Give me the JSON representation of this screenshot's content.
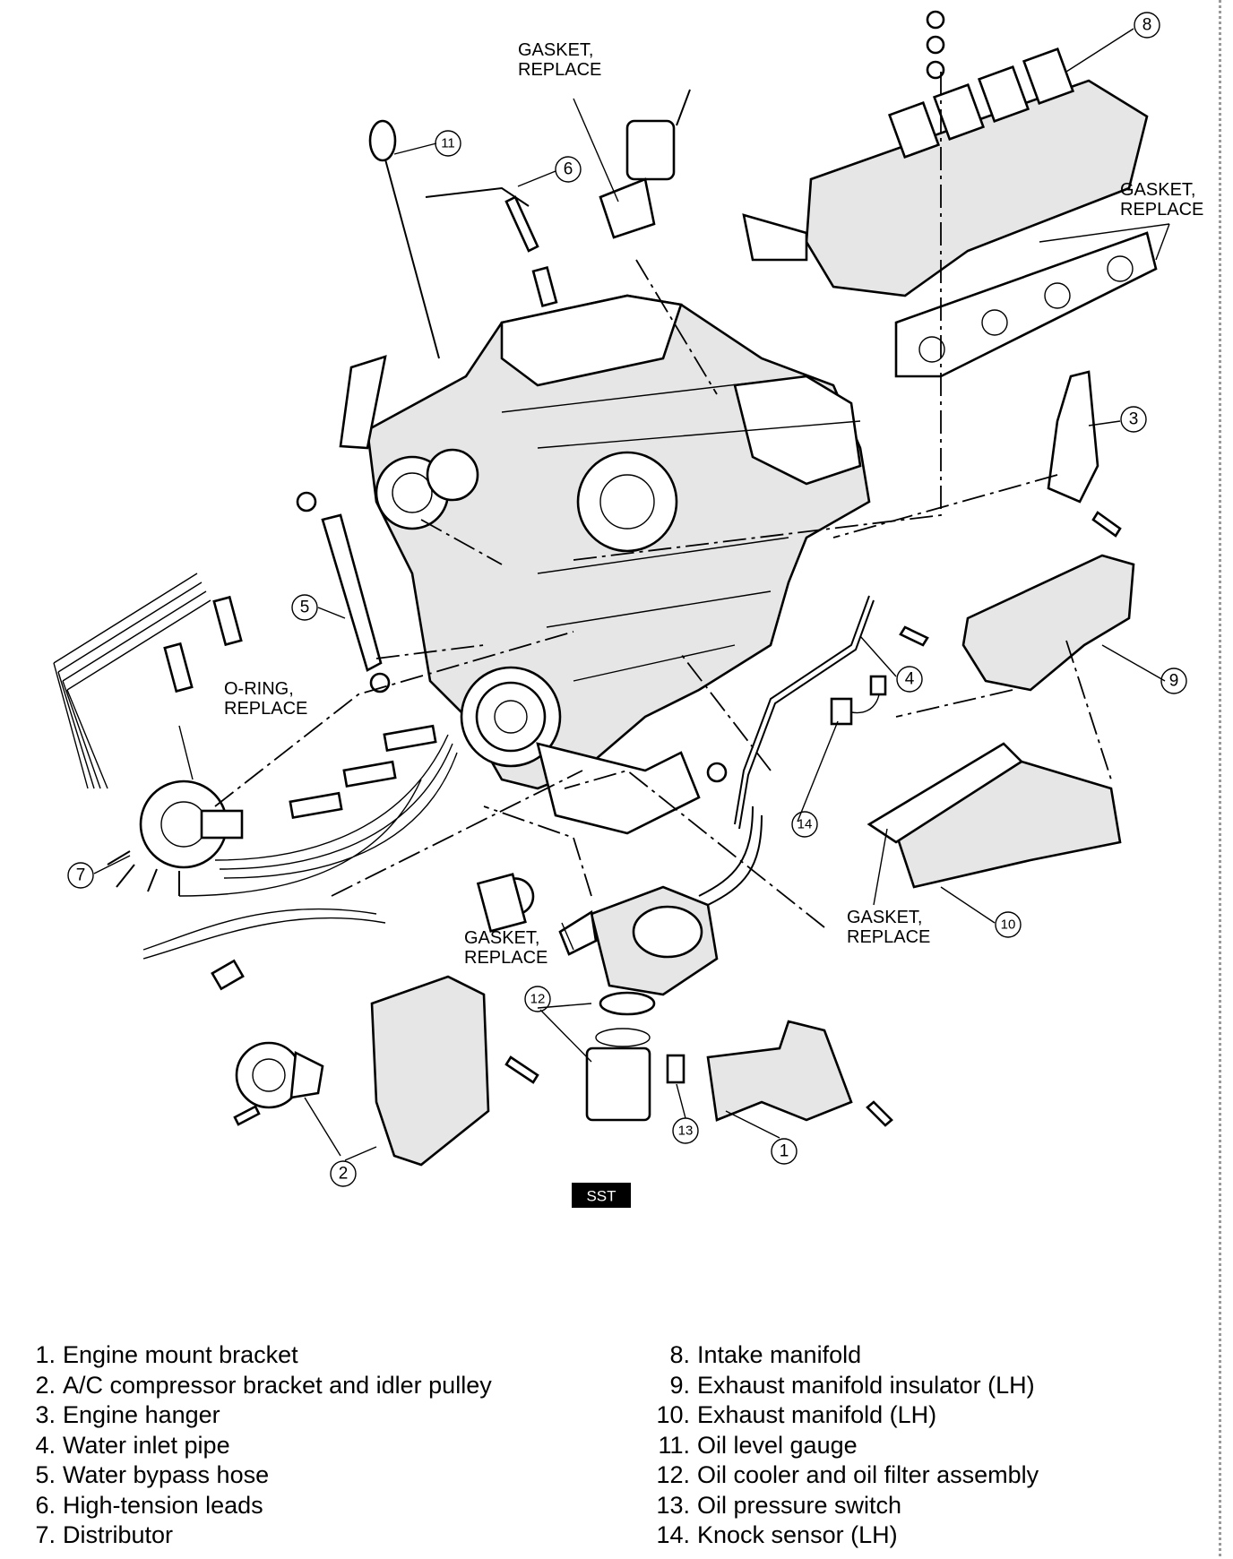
{
  "callouts": {
    "gasket_top": "GASKET,\nREPLACE",
    "gasket_intake": "GASKET,\nREPLACE",
    "oring": "O-RING,\nREPLACE",
    "gasket_oil": "GASKET,\nREPLACE",
    "gasket_exhaust": "GASKET,\nREPLACE",
    "sst": "SST"
  },
  "part_numbers": [
    "1",
    "2",
    "3",
    "4",
    "5",
    "6",
    "7",
    "8",
    "9",
    "10",
    "11",
    "12",
    "13",
    "14"
  ],
  "legend": {
    "left": [
      {
        "num": "1.",
        "text": "Engine mount bracket"
      },
      {
        "num": "2.",
        "text": "A/C compressor bracket and idler pulley"
      },
      {
        "num": "3.",
        "text": "Engine hanger"
      },
      {
        "num": "4.",
        "text": "Water inlet pipe"
      },
      {
        "num": "5.",
        "text": "Water bypass hose"
      },
      {
        "num": "6.",
        "text": "High-tension leads"
      },
      {
        "num": "7.",
        "text": "Distributor"
      }
    ],
    "right": [
      {
        "num": "8.",
        "text": "Intake manifold"
      },
      {
        "num": "9.",
        "text": "Exhaust manifold insulator (LH)"
      },
      {
        "num": "10.",
        "text": "Exhaust manifold (LH)"
      },
      {
        "num": "11.",
        "text": "Oil level gauge"
      },
      {
        "num": "12.",
        "text": "Oil cooler and oil filter assembly"
      },
      {
        "num": "13.",
        "text": "Oil pressure switch"
      },
      {
        "num": "14.",
        "text": "Knock sensor (LH)"
      }
    ]
  }
}
